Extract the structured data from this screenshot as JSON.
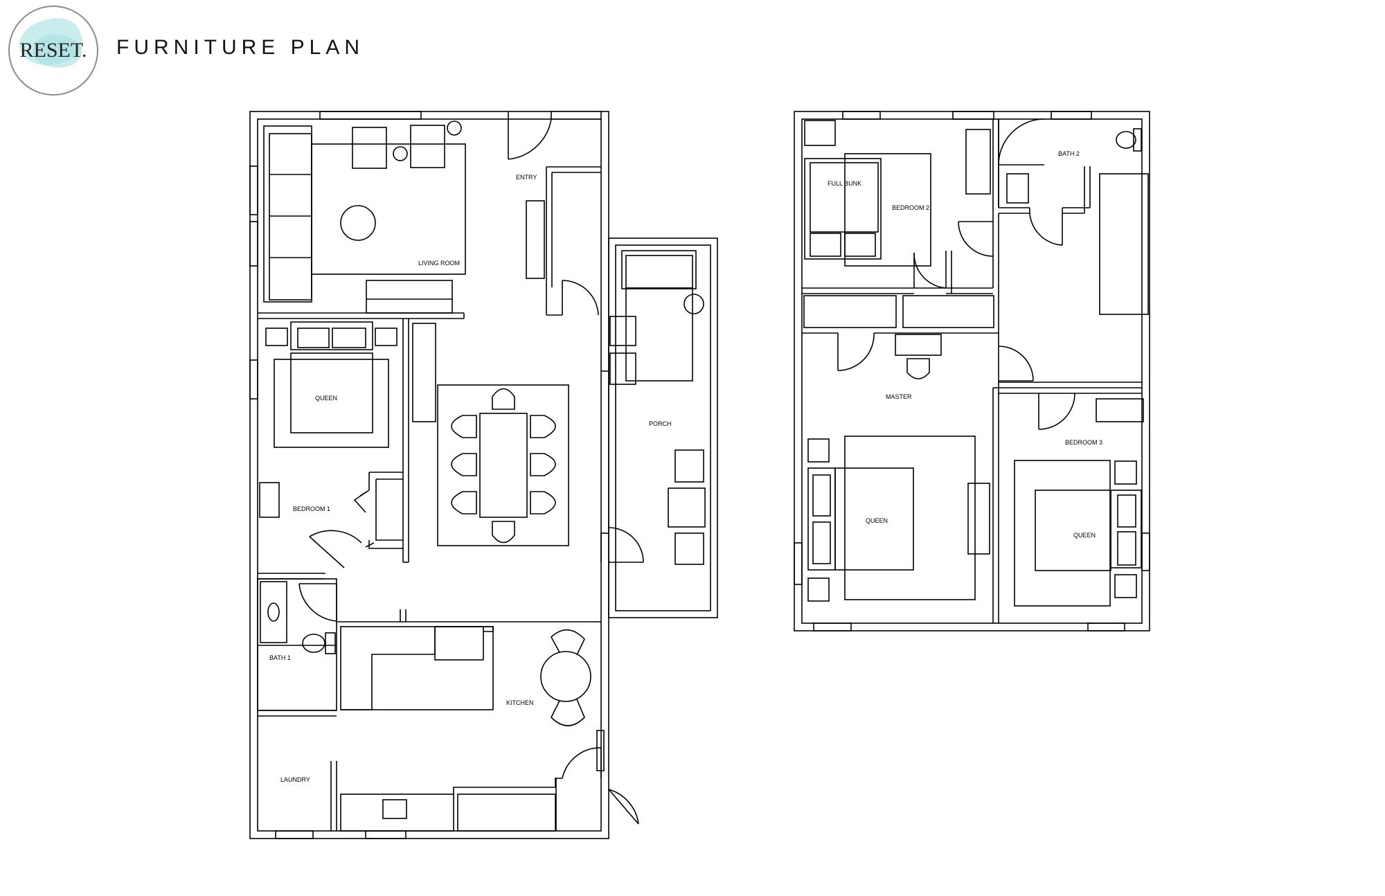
{
  "header": {
    "logo_text": "RESET.",
    "title": "FURNITURE PLAN"
  },
  "plan": {
    "ground_floor": {
      "living_room": "LIVING ROOM",
      "entry": "ENTRY",
      "queen": "QUEEN",
      "bedroom_1": "BEDROOM 1",
      "porch": "PORCH",
      "bath_1": "BATH 1",
      "kitchen": "KITCHEN",
      "laundry": "LAUNDRY"
    },
    "upper_floor": {
      "full_bunk": "FULL BUNK",
      "bedroom_2": "BEDROOM 2",
      "bath_2": "BATH 2",
      "master": "MASTER",
      "queen_master": "QUEEN",
      "bedroom_3": "BEDROOM 3",
      "queen_bedroom_3": "QUEEN"
    }
  },
  "colors": {
    "line": "#000000",
    "logo_wash": "#bfe9ea"
  }
}
